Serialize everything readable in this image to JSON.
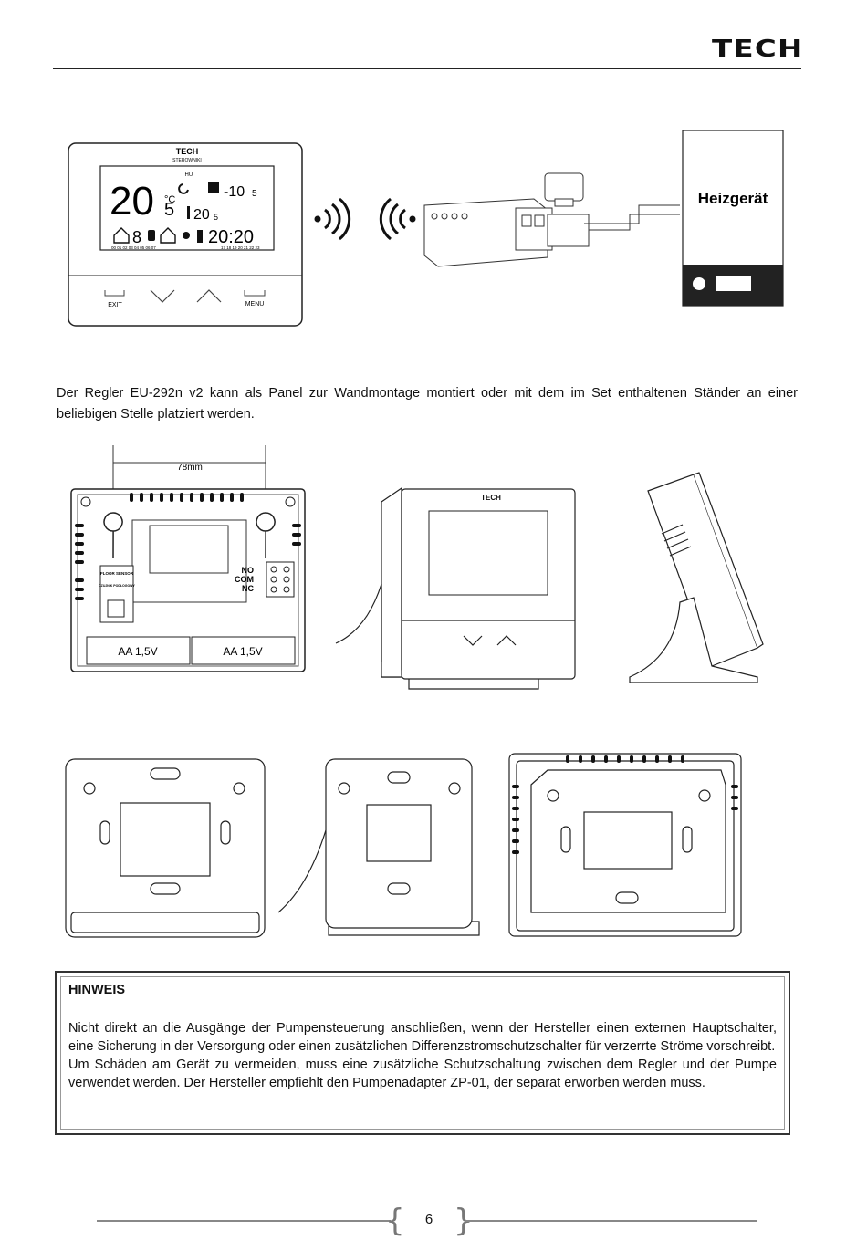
{
  "header": {
    "brand_logo": "TECH"
  },
  "figure_top": {
    "device": {
      "brand": "TECH",
      "brand_sub": "STEROWNIKI",
      "day": "THU",
      "main_temp": "20",
      "main_temp_decimal": "5",
      "unit": "°C",
      "outside_temp": "-10",
      "outside_temp_decimal": "5",
      "set_temp": "20",
      "set_temp_decimal": "5",
      "digit": "8",
      "clock": "20:20",
      "hours_left": "00 01 02 03 04 05 06 07",
      "hours_right": "17 18 19 20 21 22 23",
      "button_exit": "EXIT",
      "button_menu": "MENU"
    },
    "heater_label": "Heizgerät"
  },
  "intro_text": "Der Regler EU-292n v2 kann als Panel zur Wandmontage montiert oder mit dem im Set enthaltenen Ständer an einer beliebigen Stelle platziert werden.",
  "figure_middle": {
    "dimension": "78mm",
    "terminal_labels": [
      "NO",
      "COM",
      "NC"
    ],
    "sensor_labels": [
      "FLOOR SENSOR",
      "CZUJNIK PODŁOGOWY"
    ],
    "battery_left": "AA 1,5V",
    "battery_right": "AA 1,5V"
  },
  "notice": {
    "title": "HINWEIS",
    "paragraph_1": "Nicht direkt an die Ausgänge der Pumpensteuerung anschließen, wenn der Hersteller einen externen Hauptschalter, eine Sicherung in der Versorgung oder einen zusätzlichen Differenzstromschutzschalter für verzerrte Ströme vorschreibt.",
    "paragraph_2": "Um Schäden am Gerät zu vermeiden, muss eine zusätzliche Schutzschaltung zwischen dem Regler und der Pumpe verwendet werden. Der Hersteller empfiehlt den Pumpenadapter ZP-01, der separat erworben werden muss."
  },
  "footer": {
    "page_number": "6"
  }
}
